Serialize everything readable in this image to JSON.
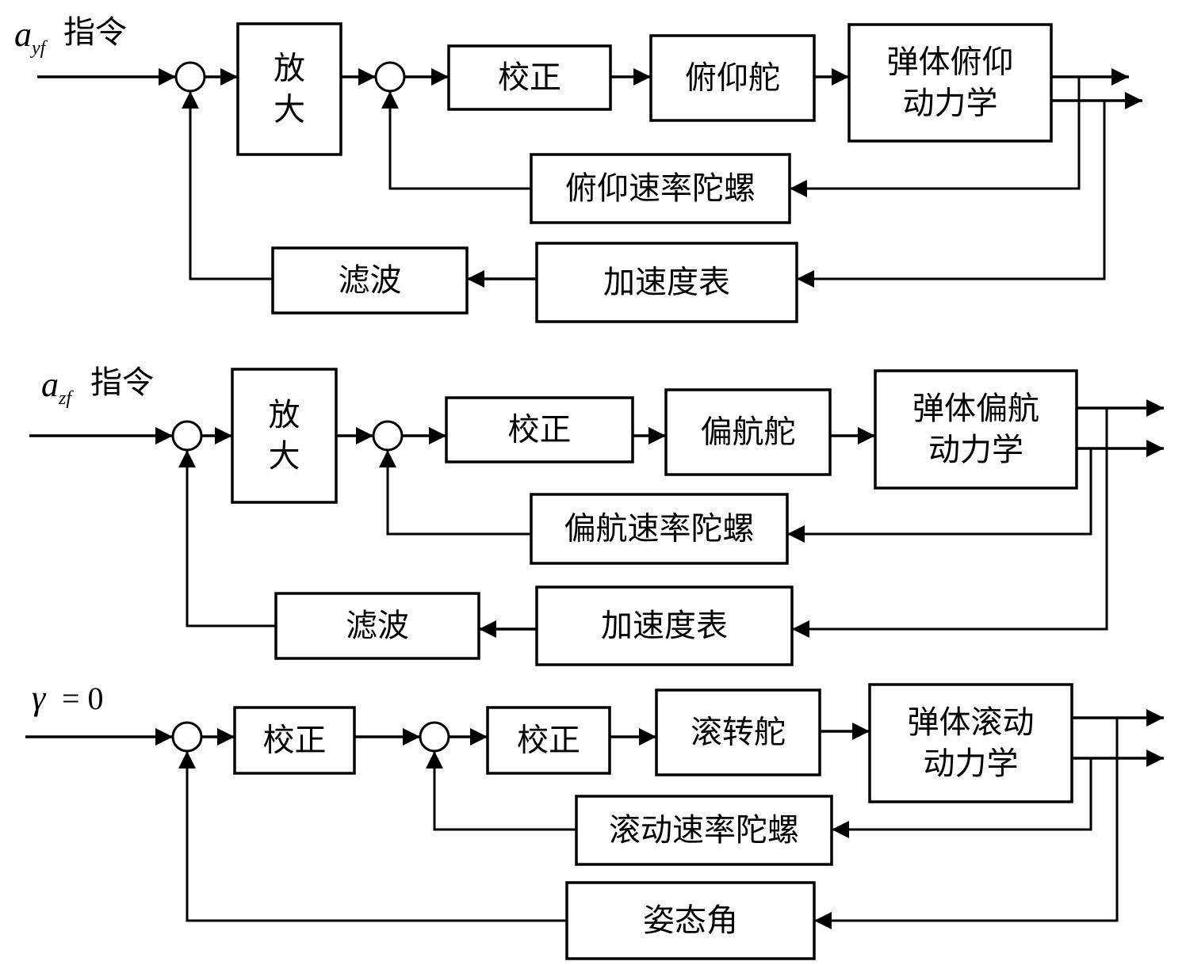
{
  "diagram": {
    "title": "Missile autopilot control loops (pitch / yaw / roll)",
    "loops": [
      {
        "id": "pitch",
        "input": {
          "symbol": "a",
          "subscript": "yf",
          "suffix": "指令"
        },
        "forward_blocks": [
          {
            "id": "amp",
            "label": [
              "放",
              "大"
            ]
          },
          {
            "id": "corr",
            "label": [
              "校正"
            ]
          },
          {
            "id": "actuator",
            "label": [
              "俯仰舵"
            ]
          },
          {
            "id": "plant",
            "label": [
              "弹体俯仰",
              "动力学"
            ]
          }
        ],
        "feedback_blocks": [
          {
            "id": "gyro",
            "label": [
              "俯仰速率陀螺"
            ]
          },
          {
            "id": "accel",
            "label": [
              "加速度表"
            ]
          },
          {
            "id": "filter",
            "label": [
              "滤波"
            ]
          }
        ]
      },
      {
        "id": "yaw",
        "input": {
          "symbol": "a",
          "subscript": "zf",
          "suffix": "指令"
        },
        "forward_blocks": [
          {
            "id": "amp",
            "label": [
              "放",
              "大"
            ]
          },
          {
            "id": "corr",
            "label": [
              "校正"
            ]
          },
          {
            "id": "actuator",
            "label": [
              "偏航舵"
            ]
          },
          {
            "id": "plant",
            "label": [
              "弹体偏航",
              "动力学"
            ]
          }
        ],
        "feedback_blocks": [
          {
            "id": "gyro",
            "label": [
              "偏航速率陀螺"
            ]
          },
          {
            "id": "accel",
            "label": [
              "加速度表"
            ]
          },
          {
            "id": "filter",
            "label": [
              "滤波"
            ]
          }
        ]
      },
      {
        "id": "roll",
        "input": {
          "symbol": "γ",
          "equation": "= 0"
        },
        "forward_blocks": [
          {
            "id": "corr1",
            "label": [
              "校正"
            ]
          },
          {
            "id": "corr2",
            "label": [
              "校正"
            ]
          },
          {
            "id": "actuator",
            "label": [
              "滚转舵"
            ]
          },
          {
            "id": "plant",
            "label": [
              "弹体滚动",
              "动力学"
            ]
          }
        ],
        "feedback_blocks": [
          {
            "id": "gyro",
            "label": [
              "滚动速率陀螺"
            ]
          },
          {
            "id": "attitude",
            "label": [
              "姿态角"
            ]
          }
        ]
      }
    ]
  }
}
